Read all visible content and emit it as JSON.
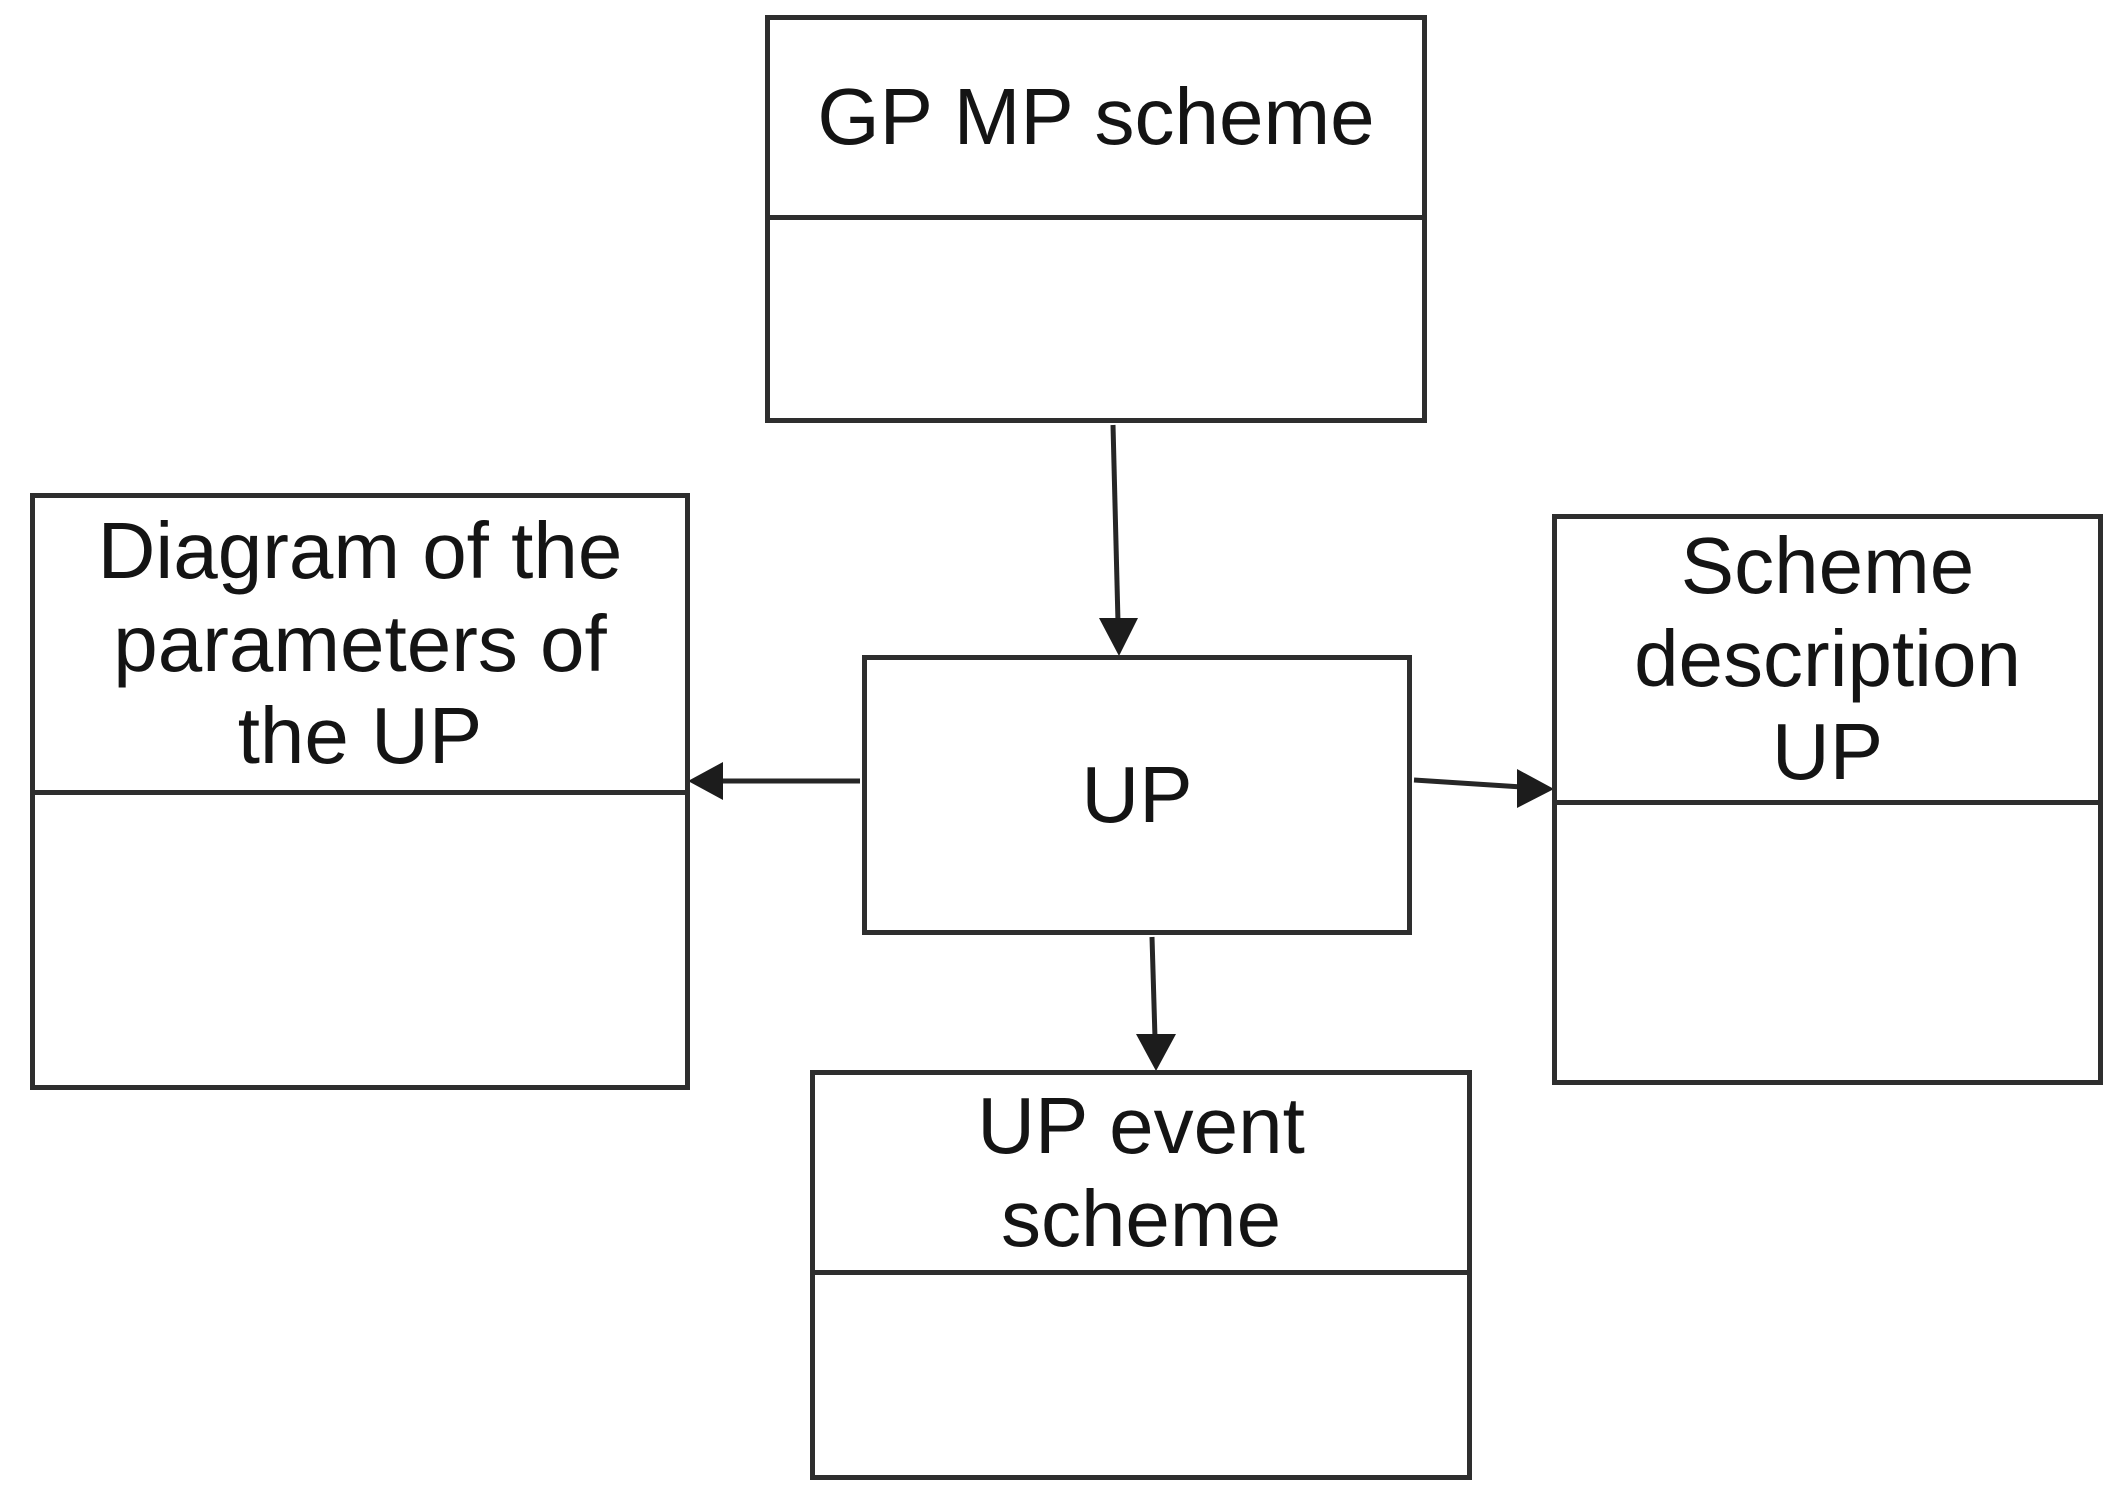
{
  "diagram": {
    "nodes": [
      {
        "id": "gp-mp-scheme",
        "label": "GP MP scheme"
      },
      {
        "id": "diagram-parameters-up",
        "label": "Diagram of the parameters of the UP"
      },
      {
        "id": "up",
        "label": "UP"
      },
      {
        "id": "scheme-description-up",
        "label": "Scheme description UP"
      },
      {
        "id": "up-event-scheme",
        "label": "UP event scheme"
      }
    ],
    "edges": [
      {
        "from": "gp-mp-scheme",
        "to": "up"
      },
      {
        "from": "up",
        "to": "diagram-parameters-up"
      },
      {
        "from": "up",
        "to": "scheme-description-up"
      },
      {
        "from": "up",
        "to": "up-event-scheme"
      }
    ],
    "colors": {
      "background": "#ffffff",
      "border": "#2e2e2e",
      "arrow": "#1c1c1c",
      "text": "#141414"
    }
  }
}
